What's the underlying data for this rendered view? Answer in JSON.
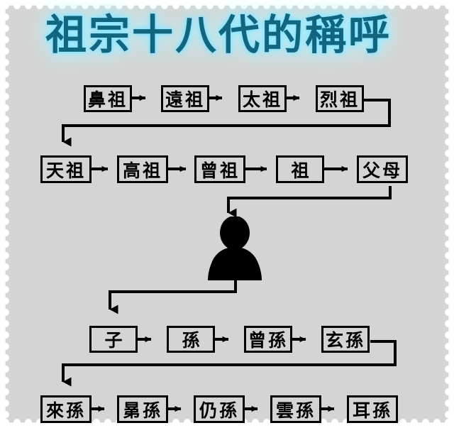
{
  "title": "祖宗十八代的稱呼",
  "colors": {
    "background": "#d4d4d4",
    "page": "#ffffff",
    "title_text": "#11657f",
    "title_glow": "#7fe3ff",
    "line": "#000000",
    "box_border": "#000000",
    "box_fill": "#d4d4d4",
    "figure": "#000000"
  },
  "diagram": {
    "type": "flowchart",
    "orientation": "left-to-right, wrapping rows (boustrophedon)",
    "center_figure": "self-person-silhouette",
    "rows": [
      {
        "id": "row-ancestors-1",
        "direction": "left-to-right",
        "nodes": [
          {
            "id": "bizu",
            "label": "鼻祖"
          },
          {
            "id": "yuanzu",
            "label": "遠祖"
          },
          {
            "id": "taizu",
            "label": "太祖"
          },
          {
            "id": "liezu",
            "label": "烈祖"
          }
        ]
      },
      {
        "id": "row-ancestors-2",
        "direction": "left-to-right",
        "nodes": [
          {
            "id": "tianzu",
            "label": "天祖"
          },
          {
            "id": "gaozu",
            "label": "高祖"
          },
          {
            "id": "zengzu",
            "label": "曾祖"
          },
          {
            "id": "zu",
            "label": "祖"
          },
          {
            "id": "fumu",
            "label": "父母"
          }
        ]
      },
      {
        "id": "row-descendants-1",
        "direction": "left-to-right",
        "nodes": [
          {
            "id": "zi",
            "label": "子"
          },
          {
            "id": "sun",
            "label": "孫"
          },
          {
            "id": "zengsun",
            "label": "曾孫"
          },
          {
            "id": "xuansun",
            "label": "玄孫"
          }
        ]
      },
      {
        "id": "row-descendants-2",
        "direction": "left-to-right",
        "nodes": [
          {
            "id": "laisun",
            "label": "來孫"
          },
          {
            "id": "kunsun",
            "label": "晜孫"
          },
          {
            "id": "rengsun",
            "label": "仍孫"
          },
          {
            "id": "yunsun",
            "label": "雲孫"
          },
          {
            "id": "ersun",
            "label": "耳孫"
          }
        ]
      }
    ],
    "connector_arrows": [
      {
        "from": "bizu",
        "to": "yuanzu",
        "kind": "straight-right"
      },
      {
        "from": "yuanzu",
        "to": "taizu",
        "kind": "straight-right"
      },
      {
        "from": "taizu",
        "to": "liezu",
        "kind": "straight-right"
      },
      {
        "from": "liezu",
        "to": "tianzu",
        "kind": "wrap-down-left"
      },
      {
        "from": "tianzu",
        "to": "gaozu",
        "kind": "straight-right"
      },
      {
        "from": "gaozu",
        "to": "zengzu",
        "kind": "straight-right"
      },
      {
        "from": "zengzu",
        "to": "zu",
        "kind": "straight-right"
      },
      {
        "from": "zu",
        "to": "fumu",
        "kind": "straight-right"
      },
      {
        "from": "fumu",
        "to": "self-person-silhouette",
        "kind": "down-left-down"
      },
      {
        "from": "self-person-silhouette",
        "to": "zi",
        "kind": "down-left-down"
      },
      {
        "from": "zi",
        "to": "sun",
        "kind": "straight-right"
      },
      {
        "from": "sun",
        "to": "zengsun",
        "kind": "straight-right"
      },
      {
        "from": "zengsun",
        "to": "xuansun",
        "kind": "straight-right"
      },
      {
        "from": "xuansun",
        "to": "laisun",
        "kind": "wrap-down-left"
      },
      {
        "from": "laisun",
        "to": "kunsun",
        "kind": "straight-right"
      },
      {
        "from": "kunsun",
        "to": "rengsun",
        "kind": "straight-right"
      },
      {
        "from": "rengsun",
        "to": "yunsun",
        "kind": "straight-right"
      },
      {
        "from": "yunsun",
        "to": "ersun",
        "kind": "straight-right"
      }
    ]
  }
}
